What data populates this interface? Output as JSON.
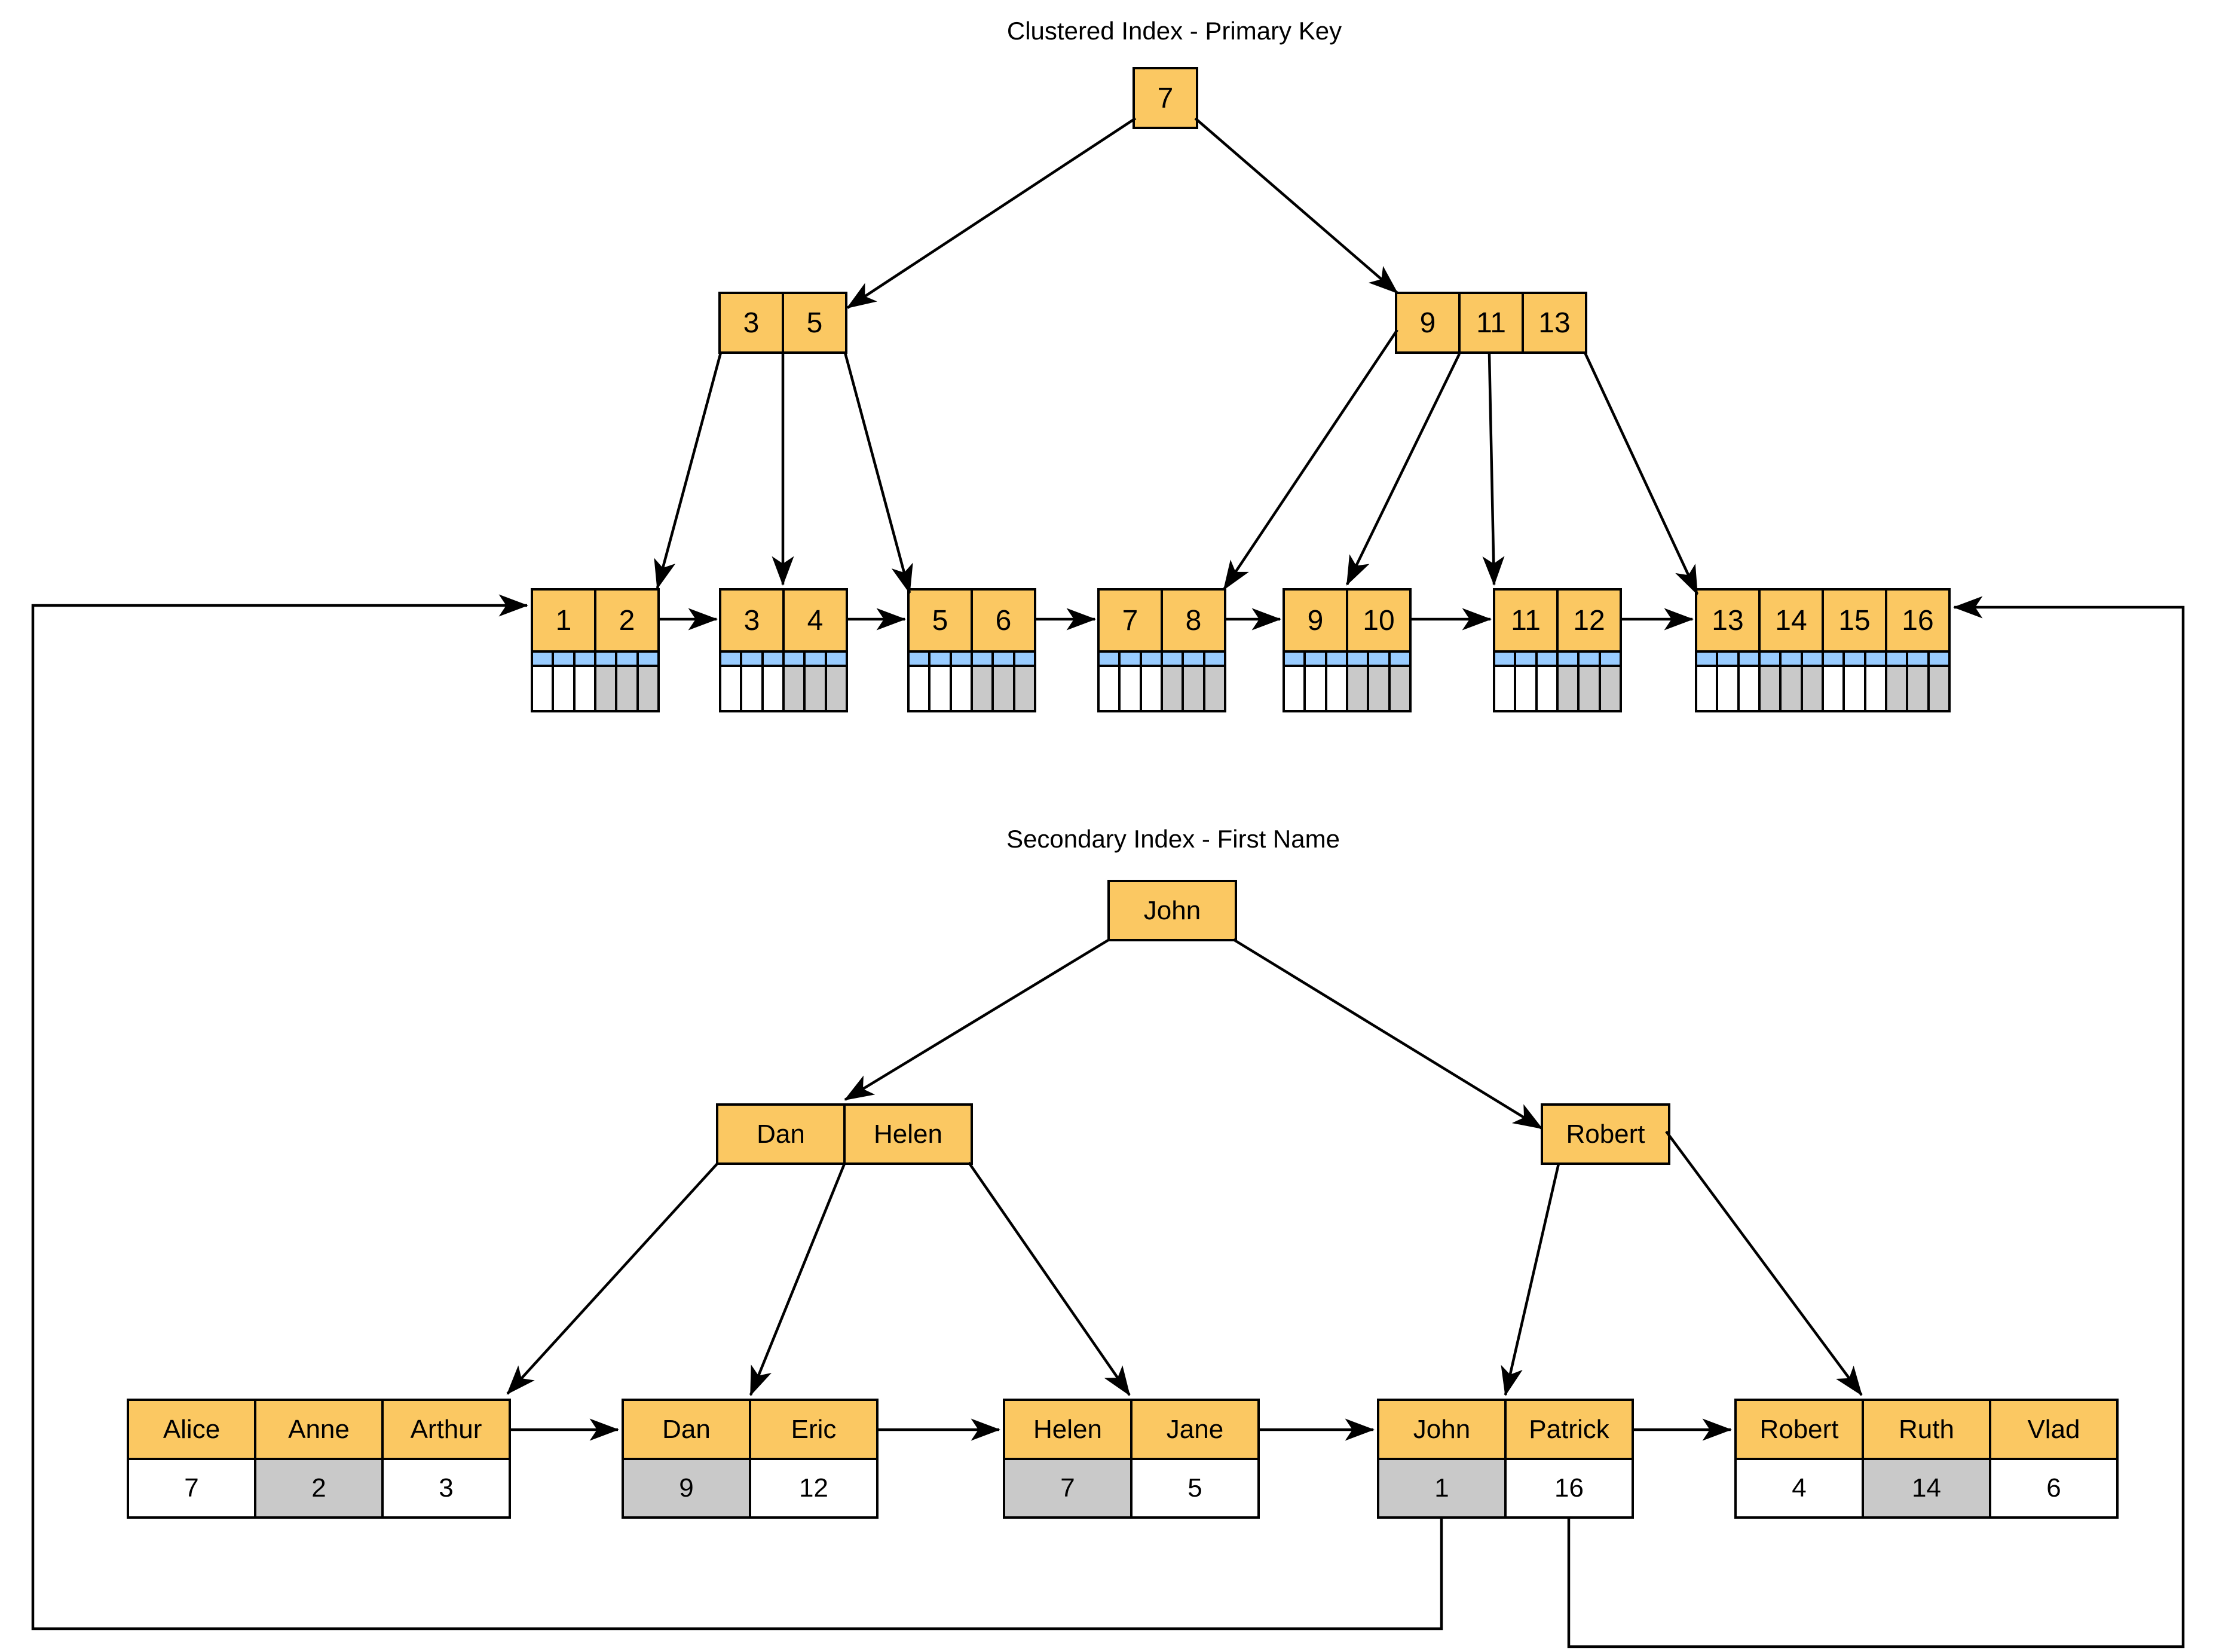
{
  "clustered_index": {
    "title": "Clustered Index - Primary Key",
    "root": {
      "keys": [
        "7"
      ]
    },
    "internal_nodes": [
      {
        "keys": [
          "3",
          "5"
        ]
      },
      {
        "keys": [
          "9",
          "11",
          "13"
        ]
      }
    ],
    "leaf_nodes": [
      {
        "keys": [
          "1",
          "2"
        ]
      },
      {
        "keys": [
          "3",
          "4"
        ]
      },
      {
        "keys": [
          "5",
          "6"
        ]
      },
      {
        "keys": [
          "7",
          "8"
        ]
      },
      {
        "keys": [
          "9",
          "10"
        ]
      },
      {
        "keys": [
          "11",
          "12"
        ]
      },
      {
        "keys": [
          "13",
          "14",
          "15",
          "16"
        ]
      }
    ]
  },
  "secondary_index": {
    "title": "Secondary Index - First Name",
    "root": {
      "keys": [
        "John"
      ]
    },
    "internal_nodes": [
      {
        "keys": [
          "Dan",
          "Helen"
        ]
      },
      {
        "keys": [
          "Robert"
        ]
      }
    ],
    "leaf_nodes": [
      {
        "entries": [
          {
            "name": "Alice",
            "value": "7",
            "highlighted": false
          },
          {
            "name": "Anne",
            "value": "2",
            "highlighted": true
          },
          {
            "name": "Arthur",
            "value": "3",
            "highlighted": false
          }
        ]
      },
      {
        "entries": [
          {
            "name": "Dan",
            "value": "9",
            "highlighted": true
          },
          {
            "name": "Eric",
            "value": "12",
            "highlighted": false
          }
        ]
      },
      {
        "entries": [
          {
            "name": "Helen",
            "value": "7",
            "highlighted": true
          },
          {
            "name": "Jane",
            "value": "5",
            "highlighted": false
          }
        ]
      },
      {
        "entries": [
          {
            "name": "John",
            "value": "1",
            "highlighted": true
          },
          {
            "name": "Patrick",
            "value": "16",
            "highlighted": false
          }
        ]
      },
      {
        "entries": [
          {
            "name": "Robert",
            "value": "4",
            "highlighted": false
          },
          {
            "name": "Ruth",
            "value": "14",
            "highlighted": true
          },
          {
            "name": "Vlad",
            "value": "6",
            "highlighted": false
          }
        ]
      }
    ]
  },
  "colors": {
    "node_fill": "#FBC862",
    "pointer_row_fill": "#99CCFF",
    "highlight_fill": "#C9C9C9",
    "plain_fill": "#FFFFFF",
    "line": "#000000",
    "background": "#FFFFFF"
  }
}
